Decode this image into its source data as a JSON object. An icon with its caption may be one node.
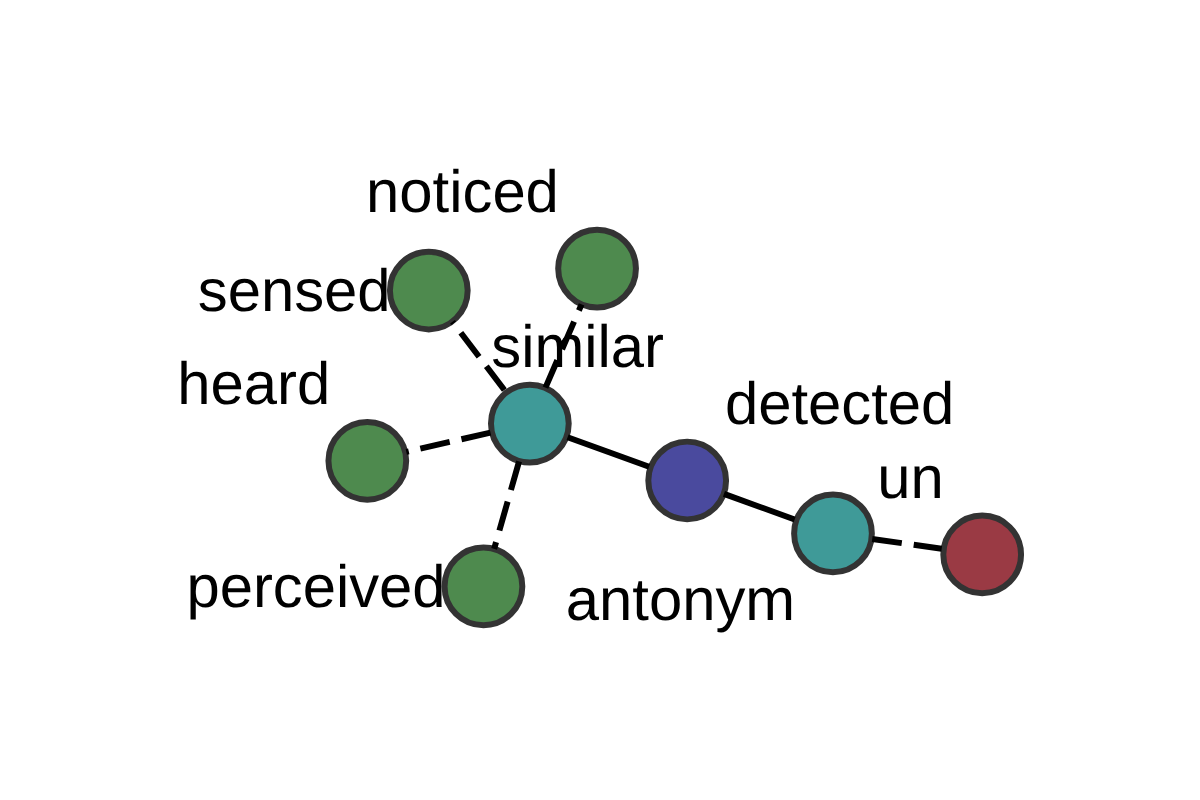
{
  "diagram": {
    "nodes": [
      {
        "text": [
          "heard"
        ]
      },
      {
        "text": [
          "noticed"
        ]
      },
      {
        "text": [
          "perceived"
        ]
      },
      {
        "text": [
          "sensed"
        ]
      },
      {
        "text": [
          "similar"
        ]
      },
      {
        "text": [
          "un"
        ]
      },
      {
        "text": [
          "detected"
        ]
      },
      {
        "text": [
          "antonym"
        ]
      }
    ],
    "edges": [
      {
        "from": 6,
        "to": 4,
        "arrow": "none"
      },
      {
        "from": 6,
        "to": 7,
        "arrow": "none"
      },
      {
        "from": 4,
        "to": 0,
        "arrow": "none",
        "style": "dashed"
      },
      {
        "from": 4,
        "to": 1,
        "arrow": "none",
        "style": "dashed"
      },
      {
        "from": 4,
        "to": 2,
        "arrow": "none",
        "style": "dashed"
      },
      {
        "from": 4,
        "to": 3,
        "arrow": "none",
        "style": "dashed"
      },
      {
        "from": 7,
        "to": 5,
        "arrow": "none",
        "style": "dashed"
      }
    ]
  }
}
